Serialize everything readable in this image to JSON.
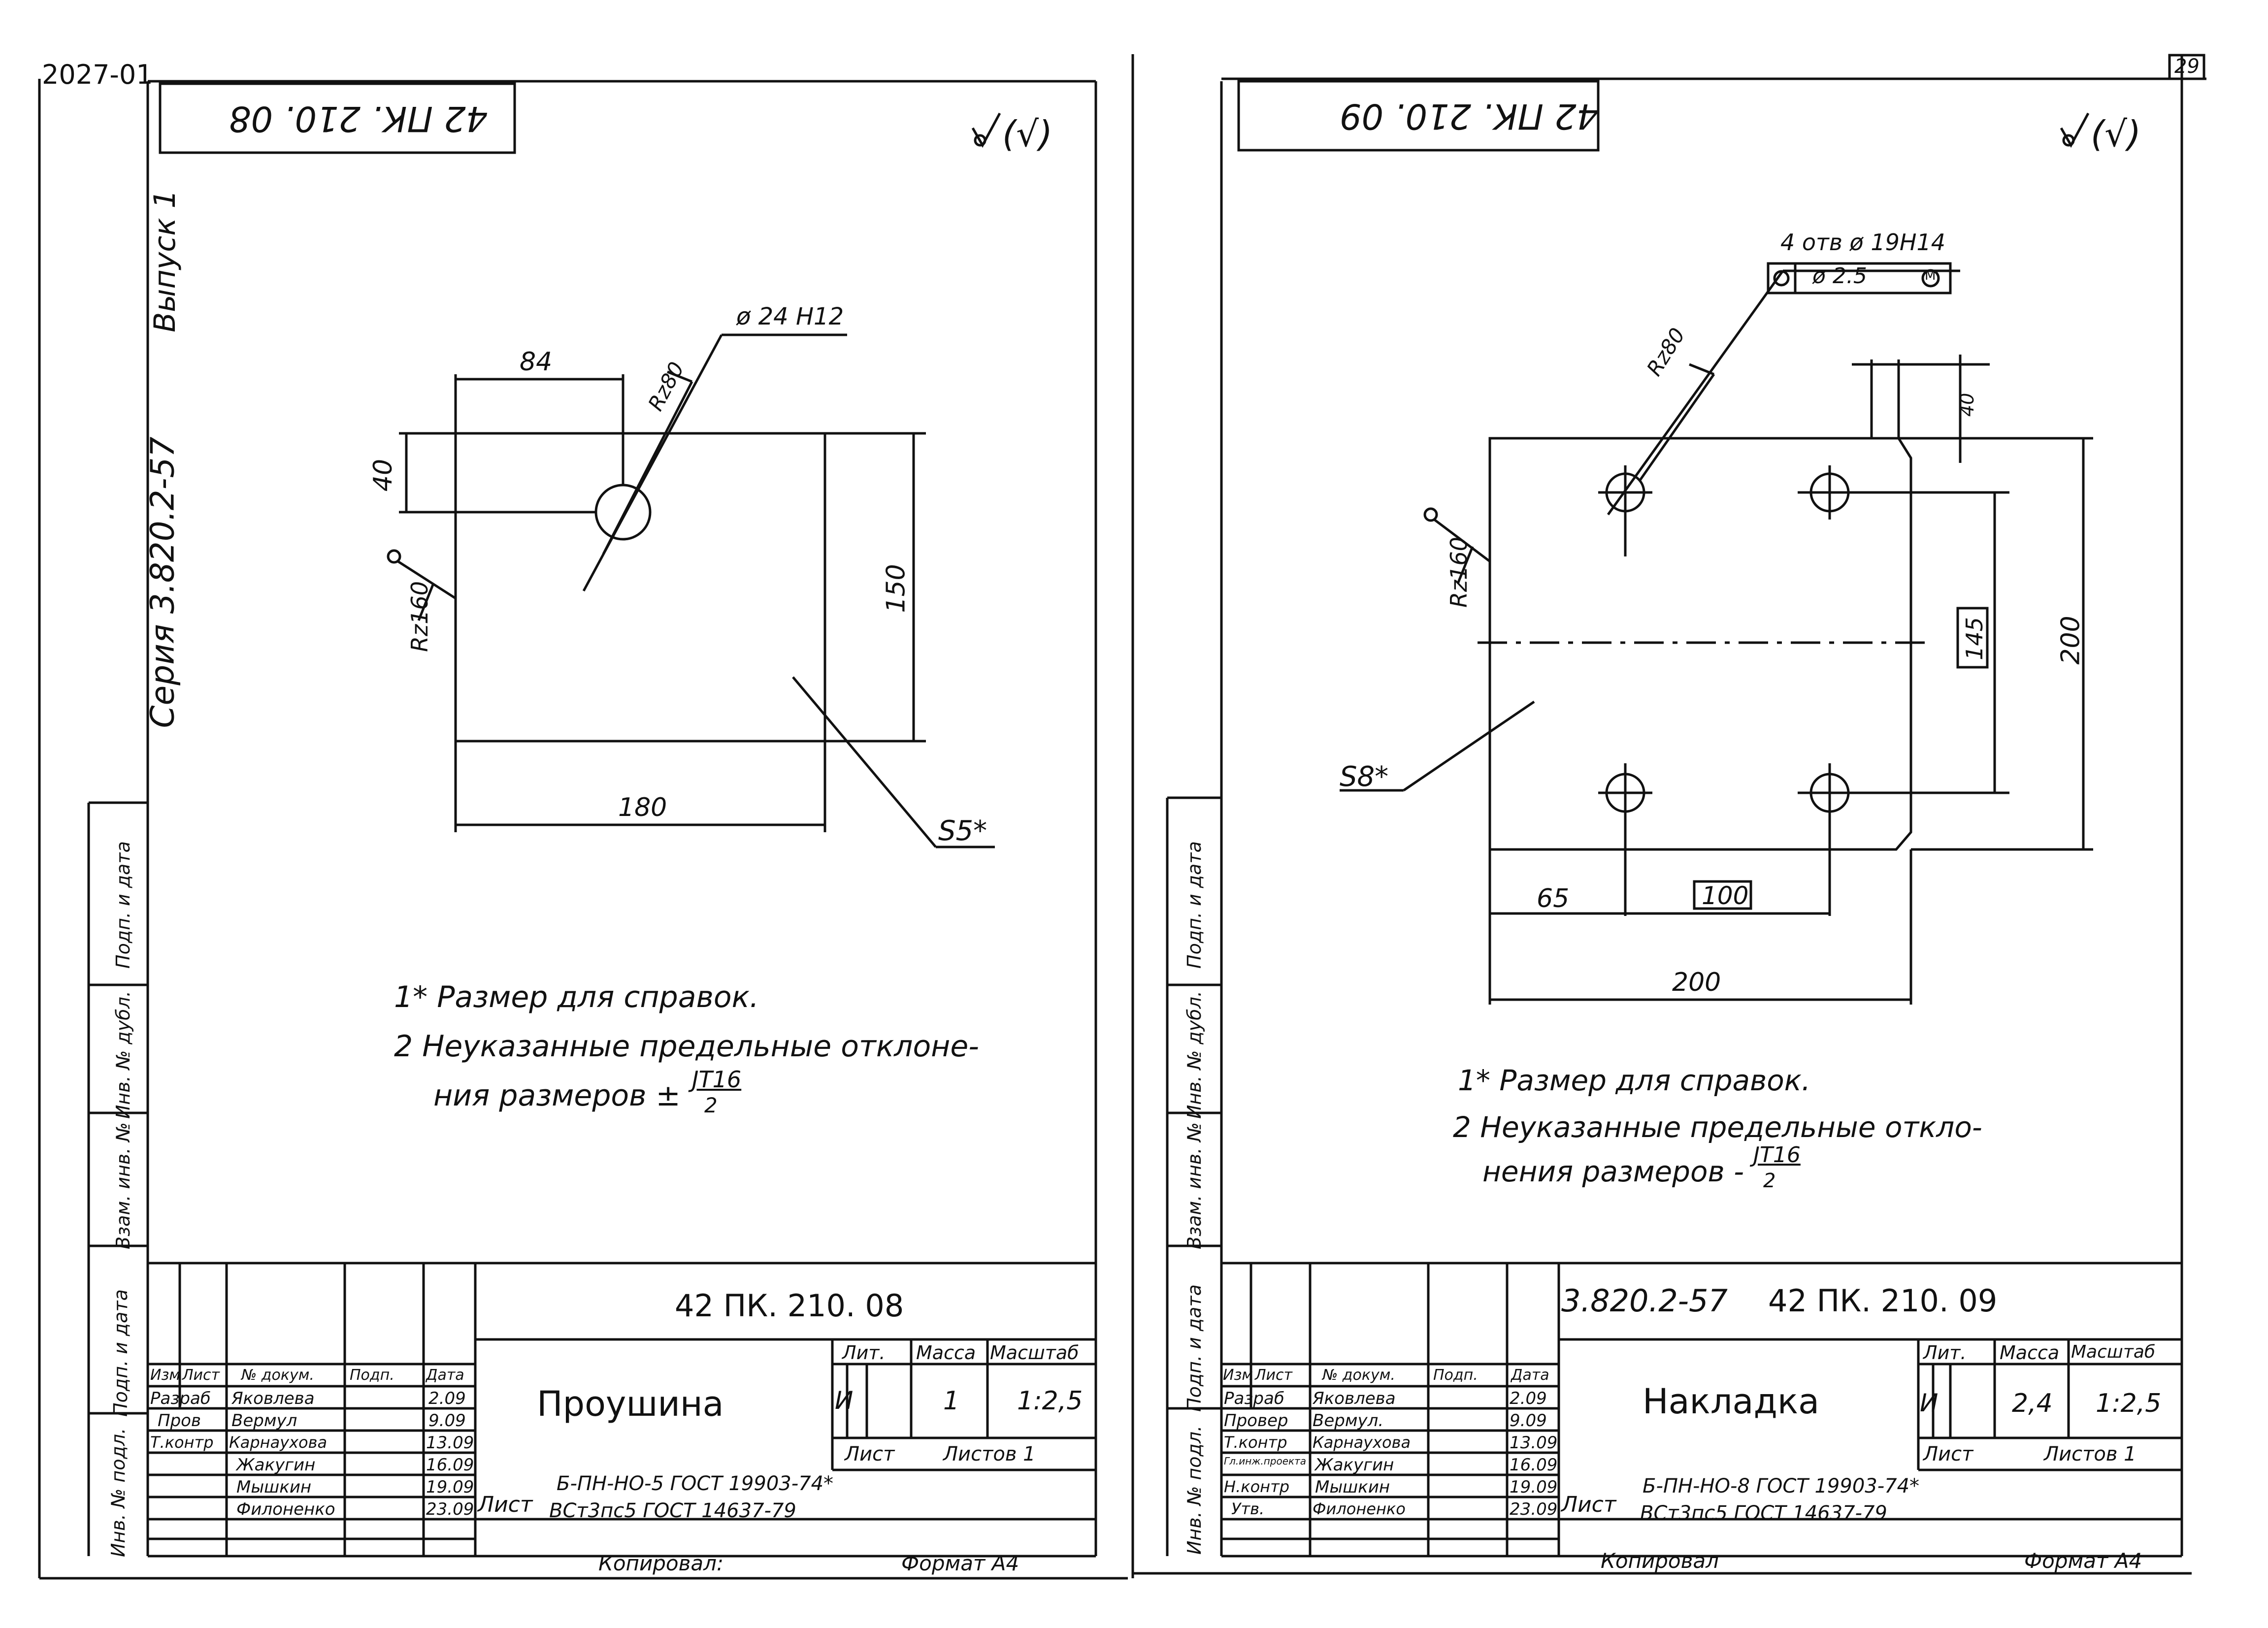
{
  "corner_left": "2027-01",
  "sheet_number": "29",
  "left_sheet": {
    "stamp_code": "42 ПК. 210. 08",
    "surface_mark": "(√)",
    "series": "Серия 3.820.2-57",
    "issue": "Выпуск 1",
    "side_fields": [
      "Подп. и дата",
      "Инв. № дубл.",
      "Взам. инв. №",
      "Подп. и дата",
      "Инв. № подл."
    ],
    "dims": {
      "hole": "ø 24 H12",
      "d84": "84",
      "rz80": "Rz80",
      "d40": "40",
      "rz160": "Rz160",
      "d150": "150",
      "d180": "180",
      "s5": "S5*"
    },
    "notes": [
      "1* Размер для справок.",
      "2 Неуказанные предельные отклоне-",
      "ния размеров ±",
      "JT16",
      "2"
    ],
    "title_block": {
      "code": "42 ПК. 210. 08",
      "name": "Проушина",
      "lit_label": "Лит.",
      "mass_label": "Масса",
      "scale_label": "Масштаб",
      "lit": "И",
      "mass": "1",
      "scale": "1:2,5",
      "sheet_label": "Лист",
      "sheets_label": "Листов 1",
      "material_label": "Лист",
      "material1": "Б-ПН-НО-5 ГОСТ 19903-74*",
      "material2": "ВСт3пс5 ГОСТ 14637-79",
      "head": [
        "Изм",
        "Лист",
        "№ докум.",
        "Подп.",
        "Дата"
      ],
      "rows": [
        [
          "Разраб",
          "Яковлева",
          "2.09"
        ],
        [
          "Пров",
          "Вермул",
          "9.09"
        ],
        [
          "Т.контр",
          "Карнаухова",
          "13.09"
        ],
        [
          "",
          "Жакугин",
          "16.09"
        ],
        [
          "",
          "Мышкин",
          "19.09"
        ],
        [
          "",
          "Филоненко",
          "23.09"
        ]
      ],
      "copied": "Копировал:",
      "format": "Формат А4"
    }
  },
  "right_sheet": {
    "stamp_code": "42 ПК. 210. 09",
    "surface_mark": "(√)",
    "side_fields": [
      "Подп. и дата",
      "Инв. № дубл.",
      "Взам. инв. №",
      "Подп. и дата",
      "Инв. № подл."
    ],
    "dims": {
      "holes": "4 отв ø 19H14",
      "pos": "ø 2.5",
      "m": "M",
      "rz80": "Rz80",
      "rz160": "Rz160",
      "d40": "40",
      "d145": "145",
      "d200v": "200",
      "s8": "S8*",
      "d65": "65",
      "d100": "100",
      "d200h": "200"
    },
    "notes": [
      "1* Размер для справок.",
      "2 Неуказанные предельные откло-",
      "нения размеров -",
      "JT16",
      "2"
    ],
    "title_block": {
      "code_prefix": "3.820.2-57",
      "code": "42 ПК. 210. 09",
      "name": "Накладка",
      "lit_label": "Лит.",
      "mass_label": "Масса",
      "scale_label": "Масштаб",
      "lit": "И",
      "mass": "2,4",
      "scale": "1:2,5",
      "sheet_label": "Лист",
      "sheets_label": "Листов 1",
      "material_label": "Лист",
      "material1": "Б-ПН-НО-8 ГОСТ 19903-74*",
      "material2": "ВСт3пс5 ГОСТ 14637-79",
      "head": [
        "Изм",
        "Лист",
        "№ докум.",
        "Подп.",
        "Дата"
      ],
      "rows": [
        [
          "Разраб",
          "Яковлева",
          "2.09"
        ],
        [
          "Провер",
          "Вермул.",
          "9.09"
        ],
        [
          "Т.контр",
          "Карнаухова",
          "13.09"
        ],
        [
          "Гл.инж.проекта",
          "Жакугин",
          "16.09"
        ],
        [
          "Н.контр",
          "Мышкин",
          "19.09"
        ],
        [
          "Утв.",
          "Филоненко",
          "23.09"
        ]
      ],
      "copied": "Копировал",
      "format": "Формат А4"
    }
  }
}
